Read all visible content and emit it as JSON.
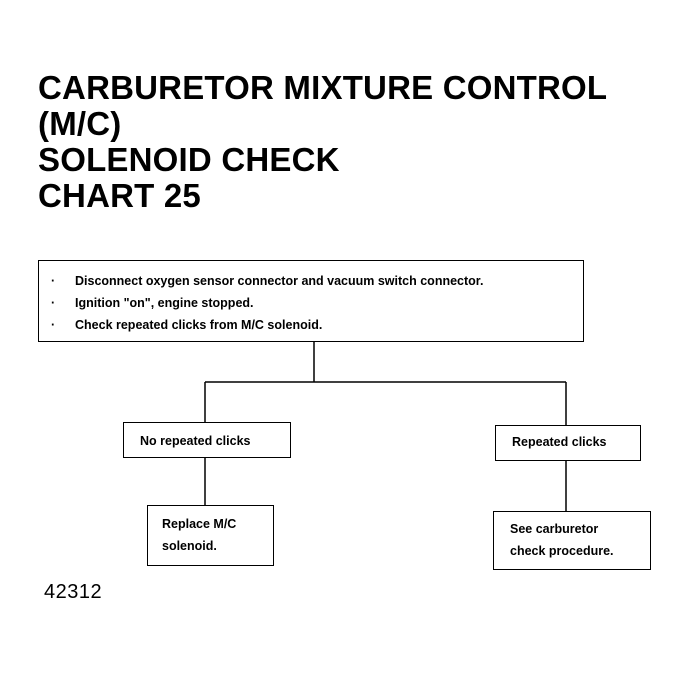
{
  "title": {
    "lines": [
      "CARBURETOR MIXTURE CONTROL",
      "(M/C)",
      "SOLENOID CHECK",
      "CHART 25"
    ]
  },
  "steps": {
    "items": [
      "Disconnect oxygen sensor connector and vacuum switch connector.",
      "Ignition \"on\", engine stopped.",
      "Check repeated clicks from M/C solenoid."
    ]
  },
  "branches": {
    "left": {
      "condition": "No repeated clicks",
      "action": [
        "Replace M/C",
        "solenoid."
      ]
    },
    "right": {
      "condition": "Repeated clicks",
      "action": [
        "See carburetor",
        "check procedure."
      ]
    }
  },
  "figure_number": "42312"
}
